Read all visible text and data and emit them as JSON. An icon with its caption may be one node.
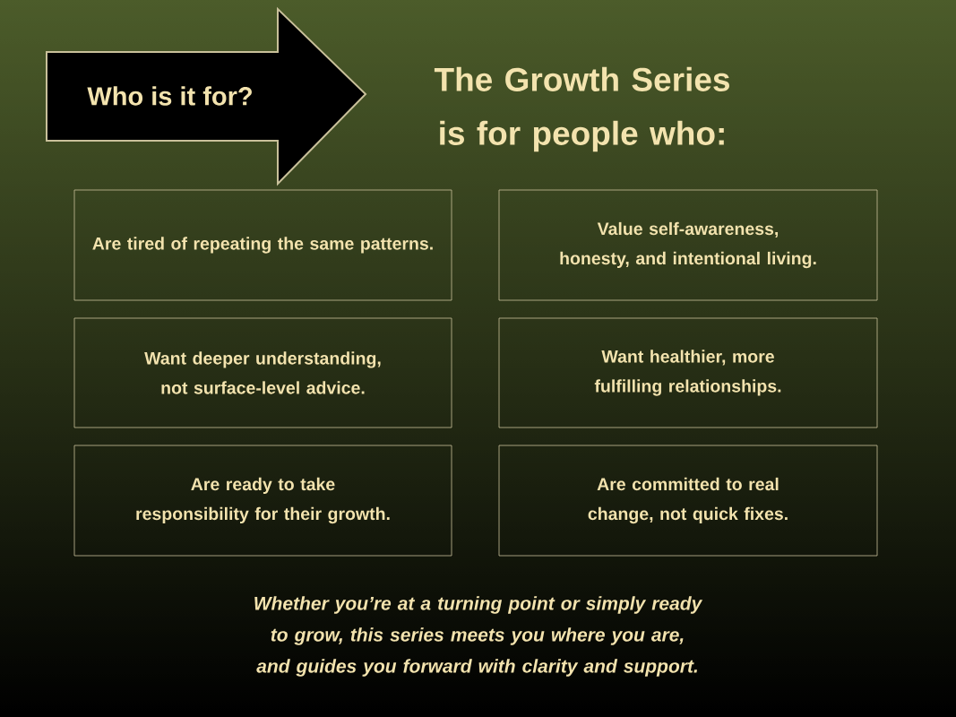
{
  "diagram": {
    "title": "The Growth Series is for people who:",
    "caption": "Whether you’re at a turning point or simply ready to grow, this series meets you where you are, and guides you forward with clarity and support.",
    "nodes": [
      {
        "text": [
          "Who is it for?"
        ]
      },
      {
        "text": [
          "Are tired of repeating the same patterns."
        ]
      },
      {
        "text": [
          "Value self-awareness, honesty, and intentional living."
        ]
      },
      {
        "text": [
          "Want deeper understanding, not surface-level advice."
        ]
      },
      {
        "text": [
          "Want healthier, more fulfilling relationships."
        ]
      },
      {
        "text": [
          "Are ready to take responsibility for their growth."
        ]
      },
      {
        "text": [
          "Are committed to real change, not quick fixes."
        ]
      }
    ]
  }
}
